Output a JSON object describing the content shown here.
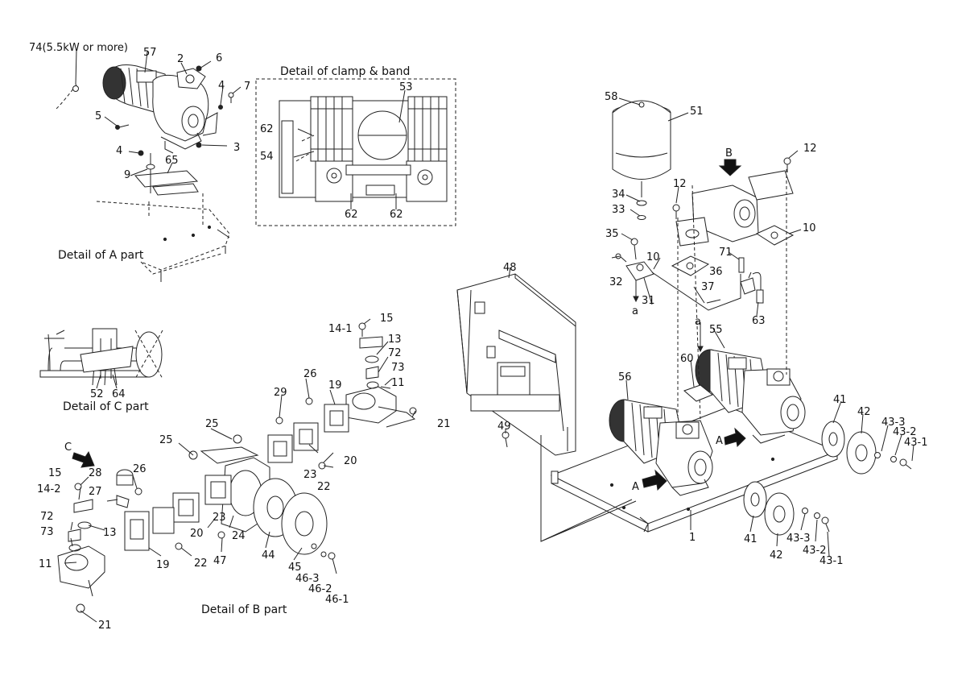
{
  "captions": {
    "clamp_band": "Detail of clamp & band",
    "a_part": "Detail of A part",
    "c_part": "Detail of C part",
    "b_part": "Detail of B part"
  },
  "callouts": {
    "a": [
      "74(5.5kW or more)",
      "57",
      "2",
      "6",
      "4",
      "7",
      "5",
      "4",
      "3",
      "9",
      "65"
    ],
    "clamp": [
      "53",
      "62",
      "54",
      "62",
      "62"
    ],
    "c": [
      "52",
      "64"
    ],
    "b": [
      "15",
      "14-1",
      "13",
      "72",
      "73",
      "11",
      "21",
      "26",
      "29",
      "19",
      "25",
      "25",
      "20",
      "23",
      "22",
      "C",
      "28",
      "26",
      "15",
      "14-2",
      "27",
      "13",
      "72",
      "73",
      "11",
      "19",
      "20",
      "23",
      "22",
      "24",
      "47",
      "44",
      "45",
      "46-3",
      "46-2",
      "46-1",
      "21"
    ],
    "main": [
      "58",
      "51",
      "B",
      "12",
      "12",
      "34",
      "33",
      "35",
      "10",
      "32",
      "10",
      "31",
      "a",
      "71",
      "36",
      "37",
      "63",
      "48",
      "a",
      "55",
      "60",
      "56",
      "A",
      "A",
      "49",
      "41",
      "42",
      "43-3",
      "43-2",
      "43-1",
      "41",
      "42",
      "43-3",
      "43-2",
      "43-1",
      "1"
    ]
  }
}
